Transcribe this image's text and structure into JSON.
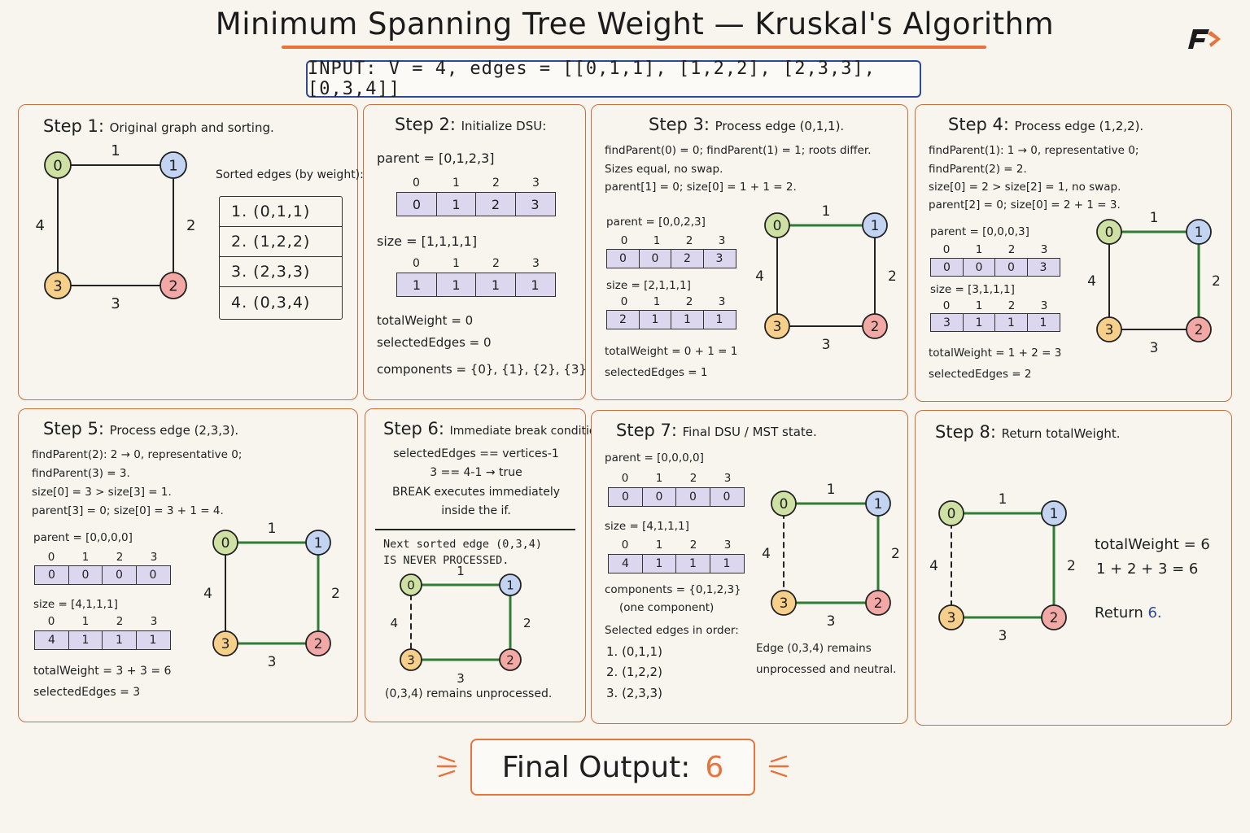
{
  "title": "Minimum Spanning Tree Weight — Kruskal's Algorithm",
  "input": "INPUT: V = 4, edges = [[0,1,1], [1,2,2], [2,3,3], [0,3,4]]",
  "colors": {
    "accent": "#e8743b",
    "input_border": "#2c4a9a",
    "panel_border": "#c96e3e",
    "mst_edge": "#2e7d32",
    "array_fill": "#dcd7ef"
  },
  "node_colors": {
    "0": "#cfe0a3",
    "1": "#c3d4f2",
    "2": "#f2a9a6",
    "3": "#f6cf8a"
  },
  "logo_icon": "brand-logo-icon",
  "graph_labels": {
    "n0": "0",
    "n1": "1",
    "n2": "2",
    "n3": "3",
    "w01": "1",
    "w12": "2",
    "w23": "3",
    "w03": "4"
  },
  "step1": {
    "title_num": "Step 1:",
    "title_text": "Original graph and sorting.",
    "sorted_title": "Sorted edges (by weight):",
    "sorted": [
      "1. (0,1,1)",
      "2. (1,2,2)",
      "3. (2,3,3)",
      "4. (0,3,4)"
    ]
  },
  "step2": {
    "title_num": "Step 2:",
    "title_text": "Initialize DSU:",
    "parent_label": "parent = [0,1,2,3]",
    "indices": [
      "0",
      "1",
      "2",
      "3"
    ],
    "parent": [
      "0",
      "1",
      "2",
      "3"
    ],
    "size_label": "size = [1,1,1,1]",
    "size": [
      "1",
      "1",
      "1",
      "1"
    ],
    "total": "totalWeight = 0",
    "selected": "selectedEdges = 0",
    "components": "components = {0}, {1}, {2}, {3}"
  },
  "step3": {
    "title_num": "Step 3:",
    "title_text": "Process edge (0,1,1).",
    "lines": [
      "findParent(0) = 0; findParent(1) = 1; roots differ.",
      "Sizes equal, no swap.",
      "parent[1] = 0; size[0] = 1 + 1 = 2."
    ],
    "parent_label": "parent = [0,0,2,3]",
    "indices": [
      "0",
      "1",
      "2",
      "3"
    ],
    "parent": [
      "0",
      "0",
      "2",
      "3"
    ],
    "size_label": "size = [2,1,1,1]",
    "size": [
      "2",
      "1",
      "1",
      "1"
    ],
    "total": "totalWeight = 0 + 1 = 1",
    "selected": "selectedEdges = 1"
  },
  "step4": {
    "title_num": "Step 4:",
    "title_text": "Process edge (1,2,2).",
    "lines": [
      "findParent(1): 1 → 0, representative 0;",
      "findParent(2) = 2.",
      "size[0] = 2 > size[2] = 1, no swap.",
      "parent[2] = 0; size[0] = 2 + 1 = 3."
    ],
    "parent_label": "parent = [0,0,0,3]",
    "indices": [
      "0",
      "1",
      "2",
      "3"
    ],
    "parent": [
      "0",
      "0",
      "0",
      "3"
    ],
    "size_label": "size = [3,1,1,1]",
    "size": [
      "3",
      "1",
      "1",
      "1"
    ],
    "total": "totalWeight = 1 + 2 = 3",
    "selected": "selectedEdges = 2"
  },
  "step5": {
    "title_num": "Step 5:",
    "title_text": "Process edge (2,3,3).",
    "lines": [
      "findParent(2): 2 → 0, representative 0;",
      "findParent(3) = 3.",
      "size[0] = 3 > size[3] = 1.",
      "parent[3] = 0; size[0] = 3 + 1 = 4."
    ],
    "parent_label": "parent = [0,0,0,0]",
    "indices": [
      "0",
      "1",
      "2",
      "3"
    ],
    "parent": [
      "0",
      "0",
      "0",
      "0"
    ],
    "size_label": "size = [4,1,1,1]",
    "size": [
      "4",
      "1",
      "1",
      "1"
    ],
    "total": "totalWeight = 3 + 3 = 6",
    "selected": "selectedEdges = 3"
  },
  "step6": {
    "title_num": "Step 6:",
    "title_text": "Immediate break condition:",
    "lines": [
      "selectedEdges == vertices-1",
      "3 == 4-1 → true",
      "BREAK executes immediately",
      "inside the if."
    ],
    "next1": "Next sorted edge (0,3,4)",
    "next2": "IS NEVER PROCESSED.",
    "note": "(0,3,4) remains unprocessed."
  },
  "step7": {
    "title_num": "Step 7:",
    "title_text": "Final DSU / MST state.",
    "parent_label": "parent = [0,0,0,0]",
    "indices": [
      "0",
      "1",
      "2",
      "3"
    ],
    "parent": [
      "0",
      "0",
      "0",
      "0"
    ],
    "size_label": "size = [4,1,1,1]",
    "size": [
      "4",
      "1",
      "1",
      "1"
    ],
    "components1": "components = {0,1,2,3}",
    "components2": "(one component)",
    "selected_title": "Selected edges in order:",
    "selected": [
      "1. (0,1,1)",
      "2. (1,2,2)",
      "3. (2,3,3)"
    ],
    "note1": "Edge (0,3,4) remains",
    "note2": "unprocessed and neutral."
  },
  "step8": {
    "title_num": "Step 8:",
    "title_text": "Return totalWeight.",
    "total": "totalWeight = 6",
    "sum": "1 + 2 + 3 = 6",
    "return_label": "Return",
    "return_value": "6."
  },
  "final": {
    "label": "Final Output:",
    "value": "6"
  }
}
